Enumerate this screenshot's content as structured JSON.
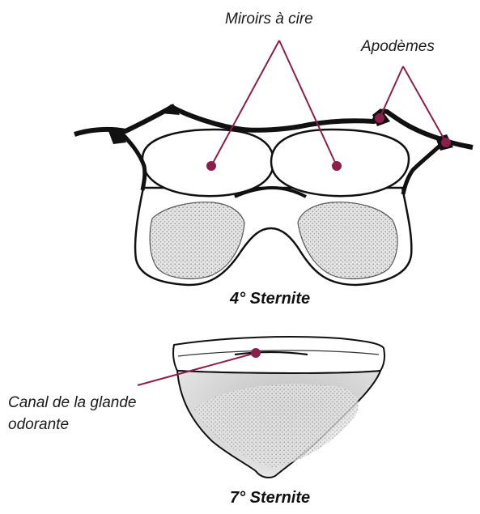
{
  "labels": {
    "wax_mirrors": "Miroirs à cire",
    "apodemes": "Apodèmes",
    "gland_canal_line1": "Canal de la glande",
    "gland_canal_line2": "odorante"
  },
  "captions": {
    "sternite4": "4° Sternite",
    "sternite7": "7° Sternite"
  },
  "colors": {
    "leader": "#8b1e4a",
    "outline": "#111111",
    "stipple": "#d9d9d9"
  }
}
